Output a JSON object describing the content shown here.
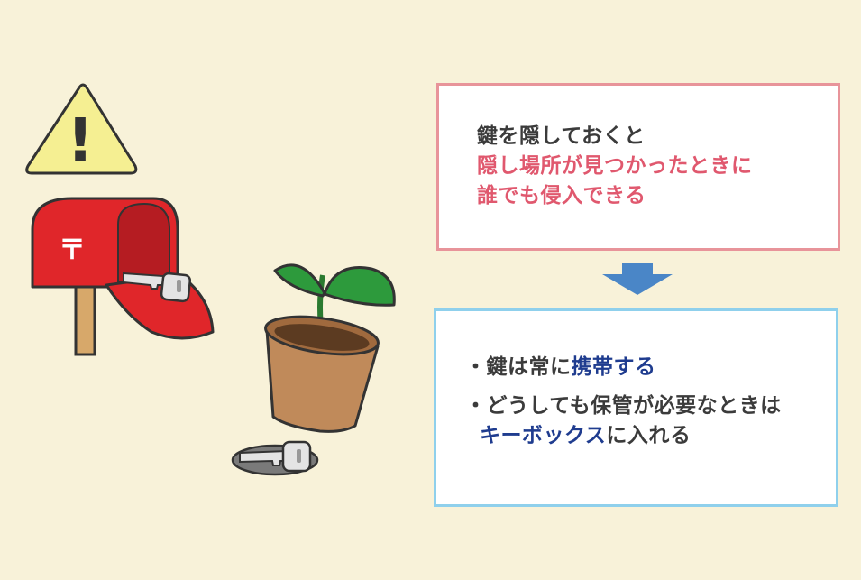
{
  "problem": {
    "line1": "鍵を隠しておくと",
    "line2": "隠し場所が見つかったときに",
    "line3": "誰でも侵入できる"
  },
  "solution": {
    "item1_prefix": "・鍵は常に",
    "item1_highlight": "携帯する",
    "item2_line1": "・どうしても保管が必要なときは",
    "item2_highlight": "キーボックス",
    "item2_suffix": "に入れる"
  },
  "illustration": {
    "warning_glyph": "!",
    "mailbox_mark": "〒"
  },
  "colors": {
    "background": "#f8f2d9",
    "problem_border": "#e8949a",
    "problem_accent": "#e0586e",
    "solution_border": "#8fd0ec",
    "solution_accent": "#1f3c8f",
    "arrow": "#4a86c7",
    "mailbox_red": "#e0262a"
  }
}
